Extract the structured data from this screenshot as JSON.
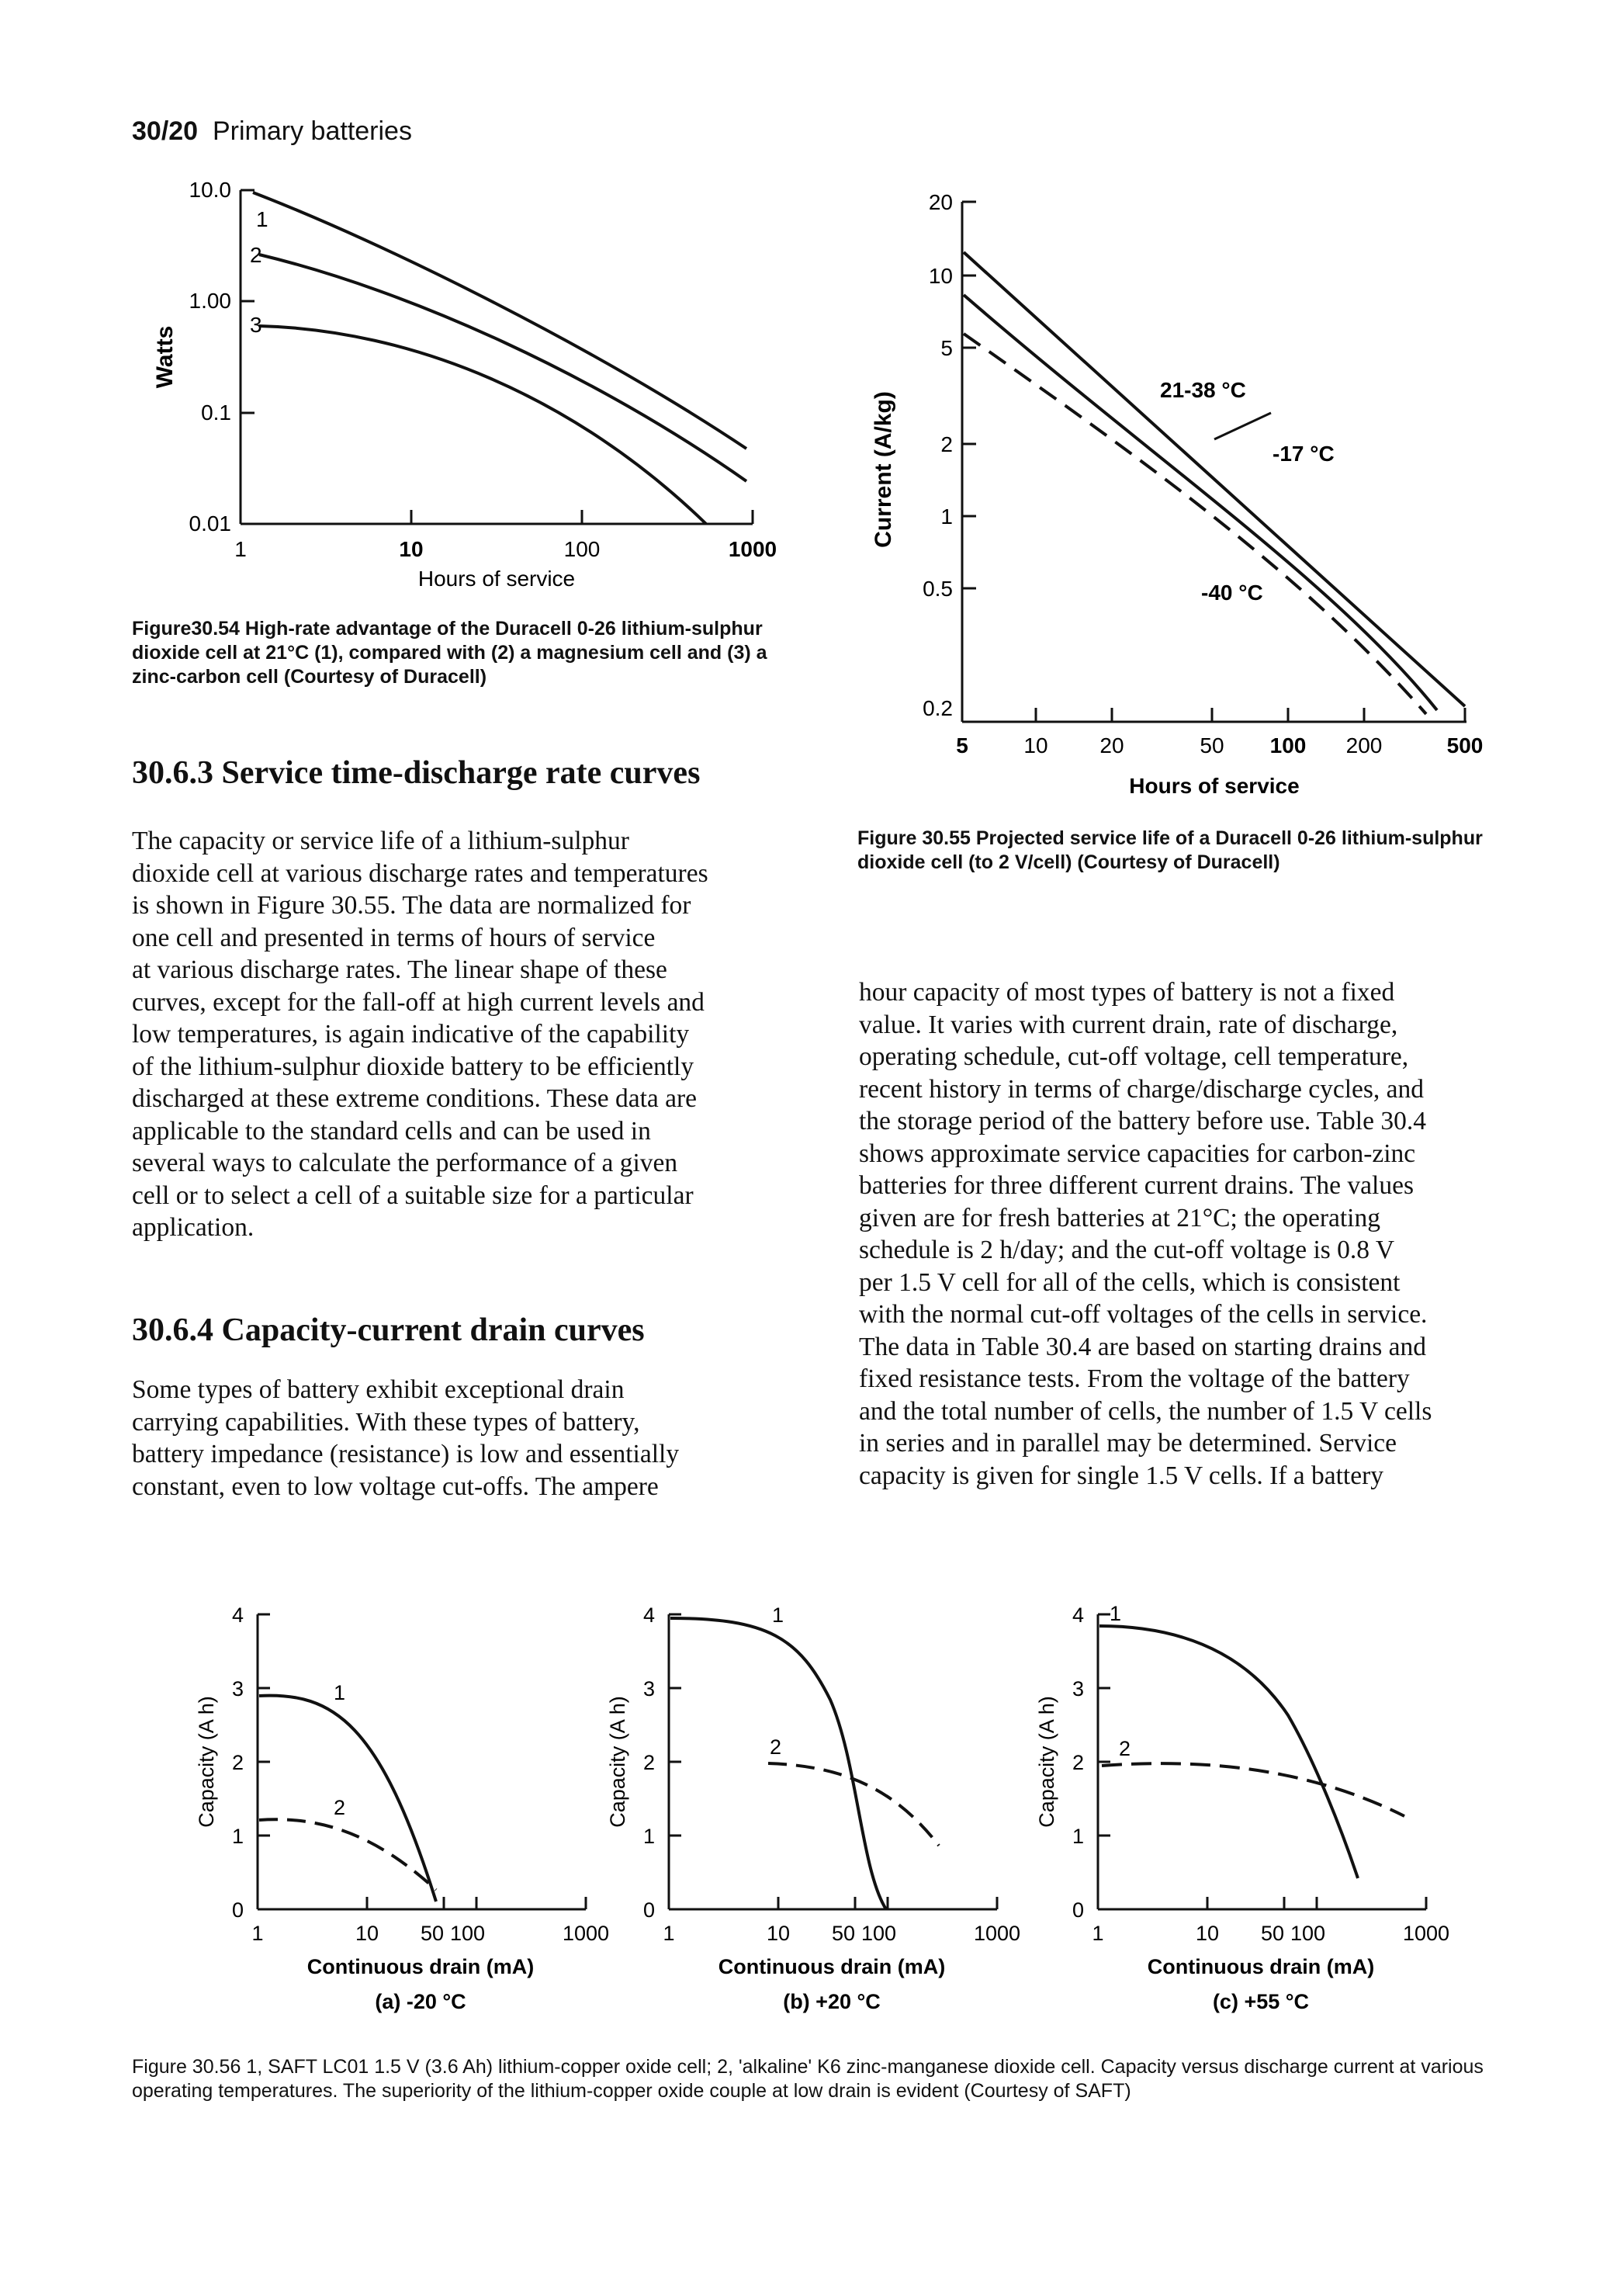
{
  "header": {
    "page_ref": "30/20",
    "title": "Primary batteries"
  },
  "fig54": {
    "caption": "Figure30.54 High-rate advantage of the Duracell 0-26 lithium-sulphur dioxide cell at 21°C (1), compared with (2) a magnesium cell and (3) a zinc-carbon cell (Courtesy of Duracell)",
    "ylabel": "Watts",
    "xlabel": "Hours of service",
    "yticks": [
      "10.0",
      "1.00",
      "0.1",
      "0.01"
    ],
    "xticks": [
      "1",
      "10",
      "100",
      "1000"
    ],
    "curve_labels": [
      "1",
      "2",
      "3"
    ]
  },
  "fig55": {
    "caption": "Figure 30.55 Projected service life of a Duracell 0-26 lithium-sulphur dioxide cell (to 2 V/cell) (Courtesy of Duracell)",
    "ylabel": "Current (A/kg)",
    "xlabel": "Hours of service",
    "yticks": [
      "20",
      "10",
      "5",
      "2",
      "1",
      "0.5",
      "0.2"
    ],
    "xticks": [
      "5",
      "10",
      "20",
      "50",
      "100",
      "200",
      "500"
    ],
    "curve_labels": [
      "21-38 °C",
      "-17 °C",
      "-40 °C"
    ]
  },
  "fig56": {
    "caption": "Figure 30.56 1, SAFT LC01 1.5 V (3.6 Ah) lithium-copper oxide cell; 2, 'alkaline' K6 zinc-manganese dioxide cell. Capacity versus discharge current at various operating temperatures. The superiority of the lithium-copper oxide couple at low drain is evident (Courtesy of SAFT)",
    "ylabel": "Capacity (A h)",
    "xlabel": "Continuous drain (mA)",
    "yticks": [
      "4",
      "3",
      "2",
      "1",
      "0"
    ],
    "xticks": [
      "1",
      "10",
      "50",
      "100",
      "1000"
    ],
    "panels": [
      {
        "label": "(a) -20 °C",
        "curve1": "1",
        "curve2": "2"
      },
      {
        "label": "(b) +20 °C",
        "curve1": "1",
        "curve2": "2"
      },
      {
        "label": "(c) +55 °C",
        "curve1": "1",
        "curve2": "2"
      }
    ]
  },
  "section1": {
    "title": "30.6.3 Service time-discharge rate curves",
    "lines": [
      "The capacity or service life of a lithium-sulphur",
      "dioxide cell at various discharge rates and temperatures",
      "is shown in Figure 30.55. The data are normalized for",
      "one cell and presented in terms of hours of service",
      "at various discharge rates. The linear shape of these",
      "curves, except for the fall-off at high current levels and",
      "low temperatures, is again indicative of the capability",
      "of the lithium-sulphur dioxide battery to be efficiently",
      "discharged at these extreme conditions. These data are",
      "applicable to the standard cells and can be used in",
      "several ways to calculate the performance of a given",
      "cell or to select a cell of a suitable size for a particular",
      "application."
    ]
  },
  "section2": {
    "title": "30.6.4 Capacity-current drain curves",
    "lines": [
      "Some types of battery exhibit exceptional drain",
      "carrying capabilities. With these types of battery,",
      "battery impedance (resistance) is low and essentially",
      "constant, even to low voltage cut-offs. The ampere"
    ]
  },
  "right_column": {
    "lines": [
      "hour capacity of most types of battery is not a fixed",
      "value. It varies with current drain, rate of discharge,",
      "operating schedule, cut-off voltage, cell temperature,",
      "recent history in terms of charge/discharge cycles, and",
      "the storage period of the battery before use. Table 30.4",
      "shows approximate service capacities for carbon-zinc",
      "batteries for three different current drains. The values",
      "given are for fresh batteries at 21°C; the operating",
      "schedule is 2 h/day; and the cut-off voltage is 0.8 V",
      "per 1.5 V cell for all of the cells, which is consistent",
      "with the normal cut-off voltages of the cells in service.",
      "The data in Table 30.4 are based on starting drains and",
      "fixed resistance tests. From the voltage of the battery",
      "and the total number of cells, the number of 1.5 V cells",
      "in series and in parallel may be determined. Service",
      "capacity is given for single 1.5 V cells. If a battery"
    ]
  }
}
